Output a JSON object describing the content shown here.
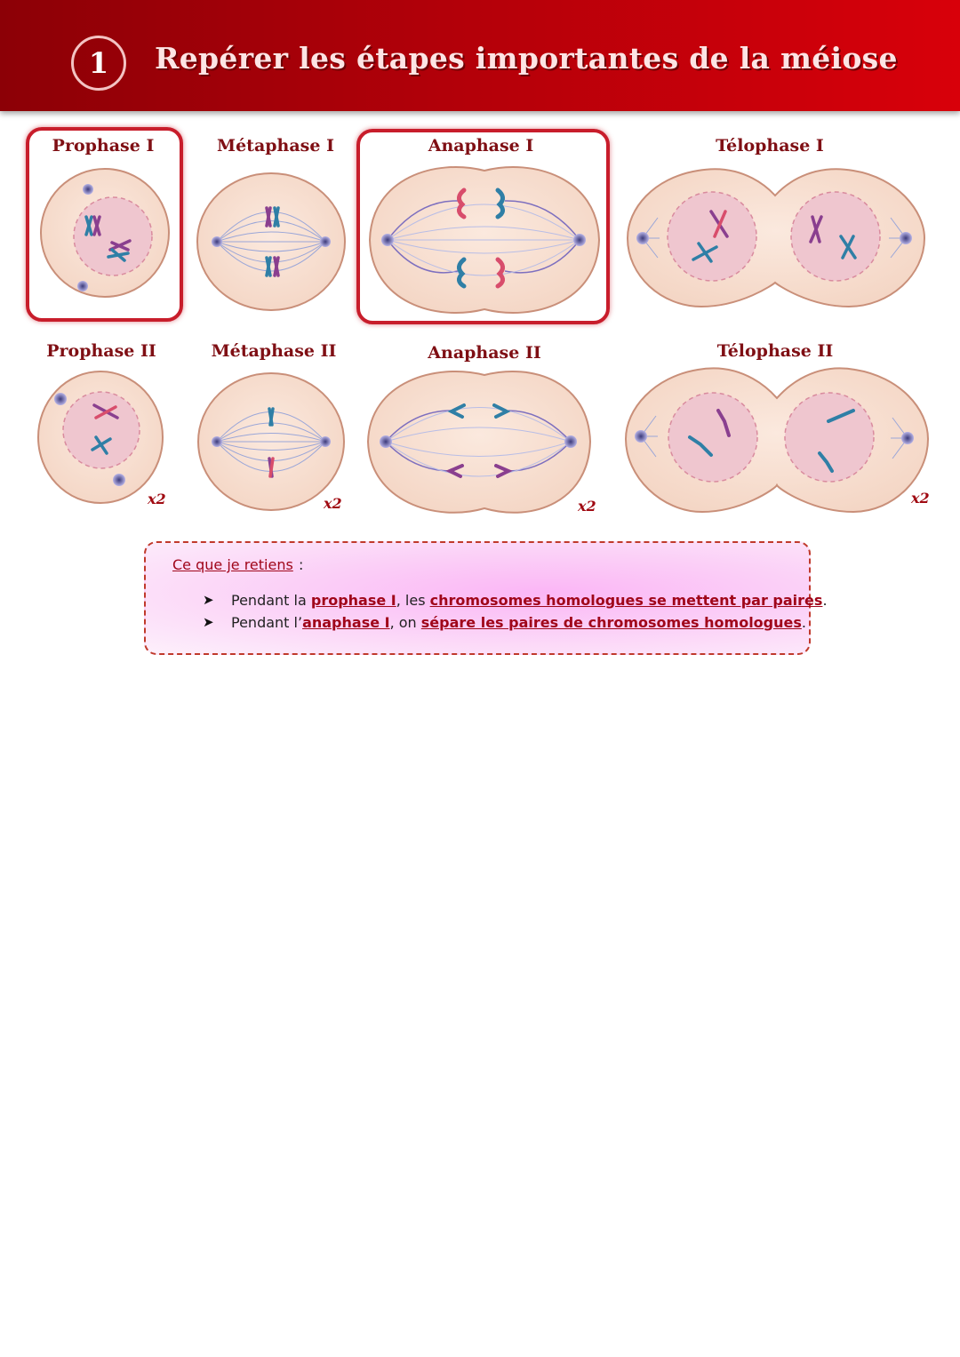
{
  "header": {
    "number": "1",
    "title": "Repérer les étapes importantes de la méiose"
  },
  "stages_row1": [
    "Prophase I",
    "Métaphase I",
    "Anaphase I",
    "Télophase I"
  ],
  "stages_row2": [
    "Prophase II",
    "Métaphase II",
    "Anaphase II",
    "Télophase II"
  ],
  "multiplier": "x2",
  "colors": {
    "banner": "#b10009",
    "cytoplasm": "#f7e0d3",
    "nucleus": "#efc6cf",
    "chromosome_blue": "#2f7fa6",
    "chromosome_purple": "#8a3f8f",
    "chromosome_pink": "#d84d6c",
    "highlight": "#c81d2b"
  },
  "note": {
    "title": "Ce que je retiens",
    "colon": " :",
    "bullet1": {
      "t1": "Pendant la ",
      "k1": "prophase I",
      "t2": ", les ",
      "k2": "chromosomes homologues se mettent par paires",
      "t3": "."
    },
    "bullet2": {
      "t1": "Pendant l’",
      "k1": "anaphase I",
      "t2": ", on ",
      "k2": "sépare les paires de chromosomes homologues",
      "t3": "."
    }
  }
}
